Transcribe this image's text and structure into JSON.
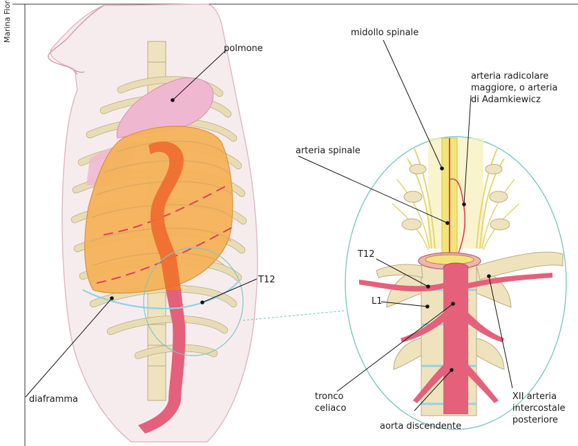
{
  "credit": "Marina Fiori",
  "labels": {
    "polmone": "polmone",
    "diaframma": "diaframma",
    "t12_left": "T12",
    "midollo": "midollo spinale",
    "radicolare_1": "arteria radicolare",
    "radicolare_2": "maggiore, o arteria",
    "radicolare_3": "di Adamkiewicz",
    "spinale": "arteria spinale",
    "t12_right": "T12",
    "l1": "L1",
    "tronco_1": "tronco",
    "tronco_2": "celiaco",
    "aorta": "aorta discendente",
    "xii_1": "XII arteria",
    "xii_2": "intercostale",
    "xii_3": "posteriore"
  },
  "colors": {
    "skin": "#f6ecee",
    "skin_outline": "#e2b9c2",
    "lung": "#f0b7d0",
    "liver": "#f5b35a",
    "aorta": "#e5607a",
    "aorta_upper": "#ef6a2e",
    "bone": "#efe3bd",
    "bone_outline": "#b8aa86",
    "zoom_circle": "#7cc7c4",
    "nerve": "#f3ec8f",
    "diaphragm": "#8fd3e6"
  }
}
